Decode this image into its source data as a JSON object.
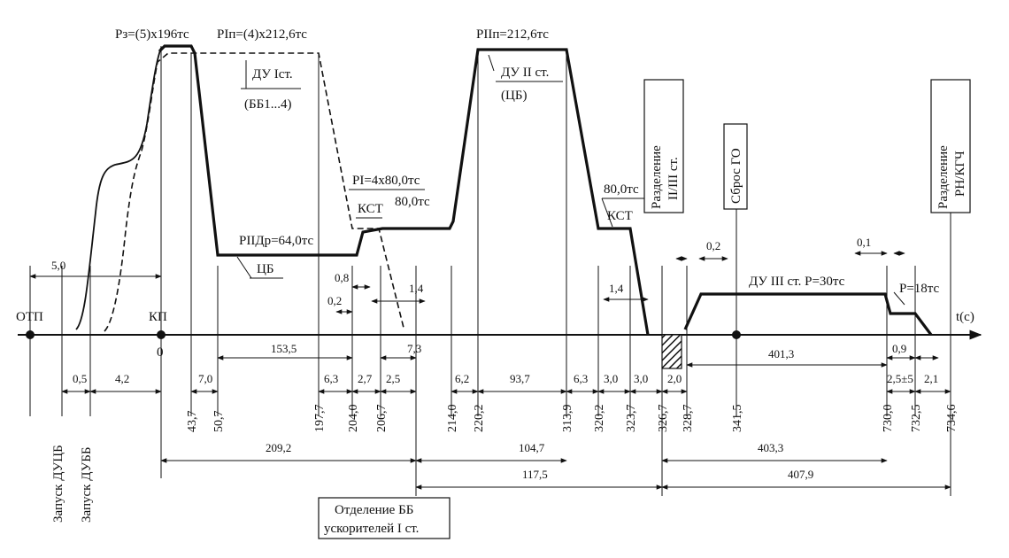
{
  "axis": {
    "origin_label": "ОТП",
    "zero_label": "0",
    "liftoff_label": "КП",
    "time_label": "t(c)",
    "go_label_dot": ""
  },
  "thrust_labels": {
    "p3": "Рз=(5)х196тс",
    "p1": "РIп=(4)х212,6тс",
    "du1": "ДУ Iст.",
    "bb": "(ББ1...4)",
    "p2": "PIIп=212,6тс",
    "du2": "ДУ II ст.",
    "cb1": "(ЦБ)",
    "pdr": "PIIДр=64,0тс",
    "cb2": "ЦБ",
    "pk": "PI=4х80,0тс",
    "kst1": "КСТ",
    "v80a": "80,0тс",
    "v80b": "80,0тс",
    "kst2": "КСТ",
    "du3": "ДУ III ст. Р=30тс",
    "p18": "Р=18тс"
  },
  "events": {
    "sep23_l1": "Разделение",
    "sep23_l2": "II/III ст.",
    "go": "Сброс ГО",
    "sep_pn_l1": "Разделение",
    "sep_pn_l2": "РН/КГЧ",
    "bb_sep_l1": "Отделение ББ",
    "bb_sep_l2": "ускорителей I ст.",
    "start_cb": "Запуск ДУЦБ",
    "start_bb": "Запуск ДУББ"
  },
  "times": [
    "43,7",
    "50,7",
    "197,7",
    "204,0",
    "206,7",
    "214,0",
    "220,2",
    "313,9",
    "320,2",
    "323,7",
    "326,7",
    "328,7",
    "341,5",
    "730,0",
    "732,5",
    "734,6"
  ],
  "dims_top": {
    "d50": "5,0",
    "d08": "0,8",
    "d02a": "0,2",
    "d14a": "1,4",
    "d14b": "1,4",
    "d02b": "0,2",
    "d01": "0,1"
  },
  "dims_axis": {
    "d1535": "153,5",
    "d73": "7,3",
    "d4013": "401,3",
    "d09": "0,9"
  },
  "dims_below": {
    "d05": "0,5",
    "d42": "4,2",
    "d70": "7,0",
    "d63a": "6,3",
    "d27": "2,7",
    "d25": "2,5",
    "d62": "6,2",
    "d937": "93,7",
    "d63b": "6,3",
    "d30a": "3,0",
    "d30b": "3,0",
    "d20": "2,0",
    "d255": "2,5±5",
    "d21": "2,1"
  },
  "dims_bottom": {
    "d2092": "209,2",
    "d1047": "104,7",
    "d4033": "403,3",
    "d1175": "117,5",
    "d4079": "407,9"
  }
}
